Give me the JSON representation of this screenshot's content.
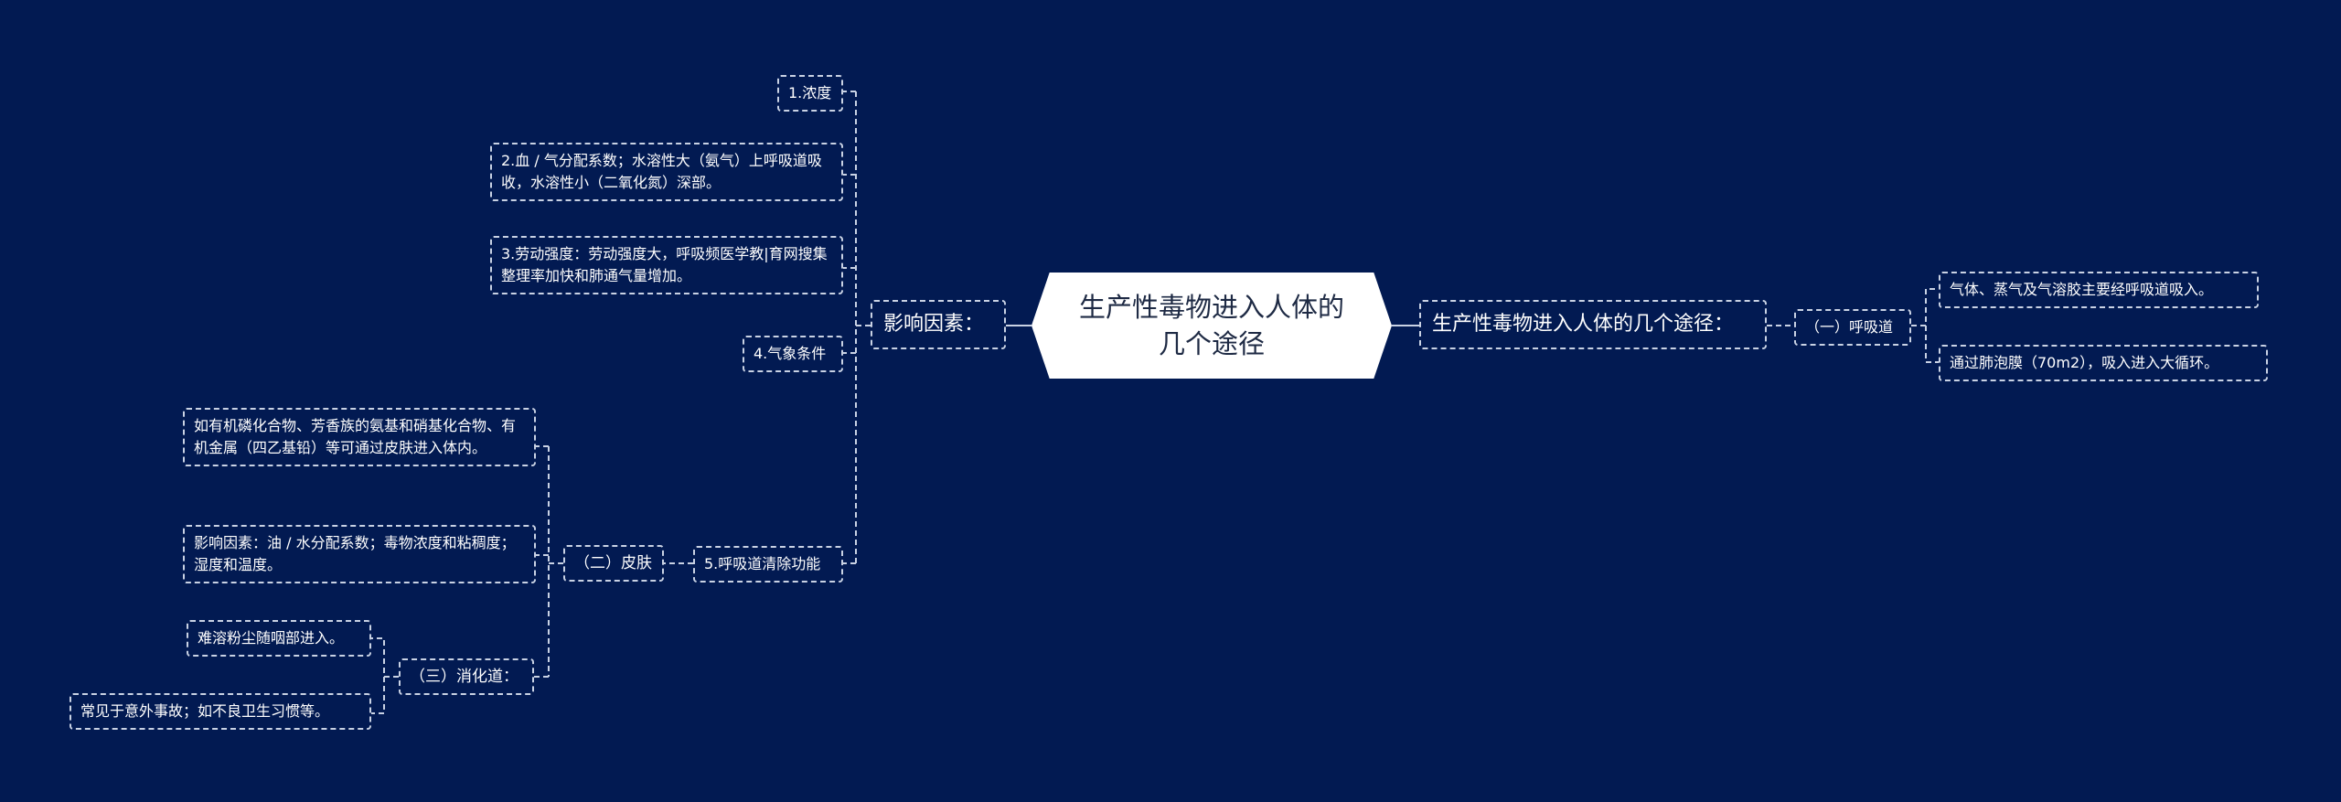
{
  "center": "生产性毒物进入人体的几个途径",
  "right": {
    "main": "生产性毒物进入人体的几个途径：",
    "respiratory": "（一）呼吸道",
    "resp_items": [
      "气体、蒸气及气溶胶主要经呼吸道吸入。",
      "通过肺泡膜（70m2），吸入进入大循环。"
    ]
  },
  "left": {
    "factors": "影响因素：",
    "factor_items": [
      "1.浓度",
      "2.血 / 气分配系数；水溶性大（氨气）上呼吸道吸收，水溶性小（二氧化氮）深部。",
      "3.劳动强度：劳动强度大，呼吸频医学教|育网搜集整理率加快和肺通气量增加。",
      "4.气象条件",
      "5.呼吸道清除功能"
    ],
    "skin": "（二）皮肤",
    "skin_items": [
      "如有机磷化合物、芳香族的氨基和硝基化合物、有机金属（四乙基铅）等可通过皮肤进入体内。",
      "影响因素：油 / 水分配系数；毒物浓度和粘稠度；湿度和温度。"
    ],
    "digestive": "（三）消化道：",
    "digestive_items": [
      "难溶粉尘随咽部进入。",
      "常见于意外事故；如不良卫生习惯等。"
    ]
  },
  "colors": {
    "background": "#021a52",
    "line": "#c9d2e4",
    "center_fill": "#ffffff"
  }
}
